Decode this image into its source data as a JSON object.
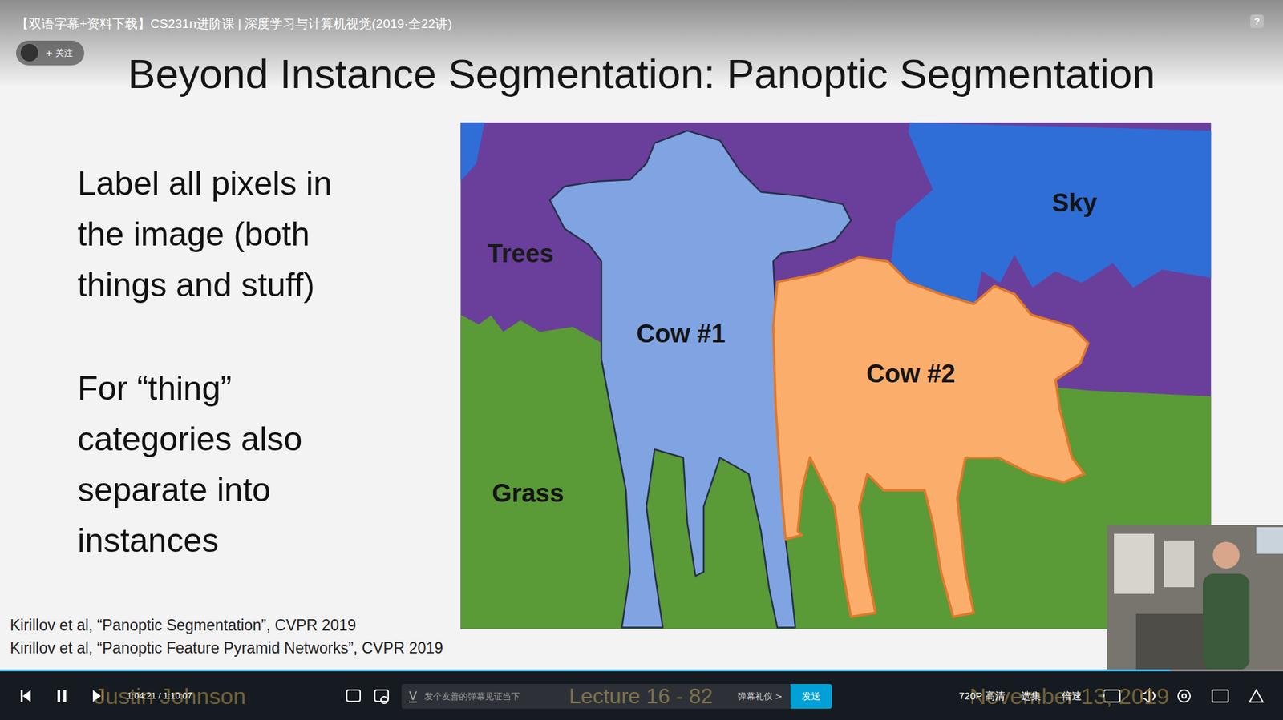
{
  "diagram": {
    "title": "Beyond Instance Segmentation: Panoptic Segmentation",
    "nodes": [
      {
        "text": [
          "+ 关注"
        ]
      },
      {
        "text": [
          "发个友善的弹幕见证当下",
          "弹幕礼仪 >"
        ]
      },
      {
        "text": [
          "发送"
        ]
      }
    ],
    "labels": [
      "【双语字幕+资料下载】CS231n进阶课 | 深度学习与计算机视觉(2019·全22讲)",
      "Label all pixels in the image (both things and stuff)",
      "For “thing” categories also separate into instances",
      "Trees",
      "Sky",
      "Cow #1",
      "Cow #2",
      "Grass",
      "Kirillov et al, “Panoptic Segmentation”, CVPR 2019",
      "Kirillov et al, “Panoptic Feature Pyramid Networks”, CVPR 2019",
      "Justin Johnson",
      "Lecture 16 - 82",
      "November 13, 2019",
      "1:04:21 / 1:10:07",
      "720P 高清",
      "选集",
      "倍速",
      "?"
    ]
  }
}
